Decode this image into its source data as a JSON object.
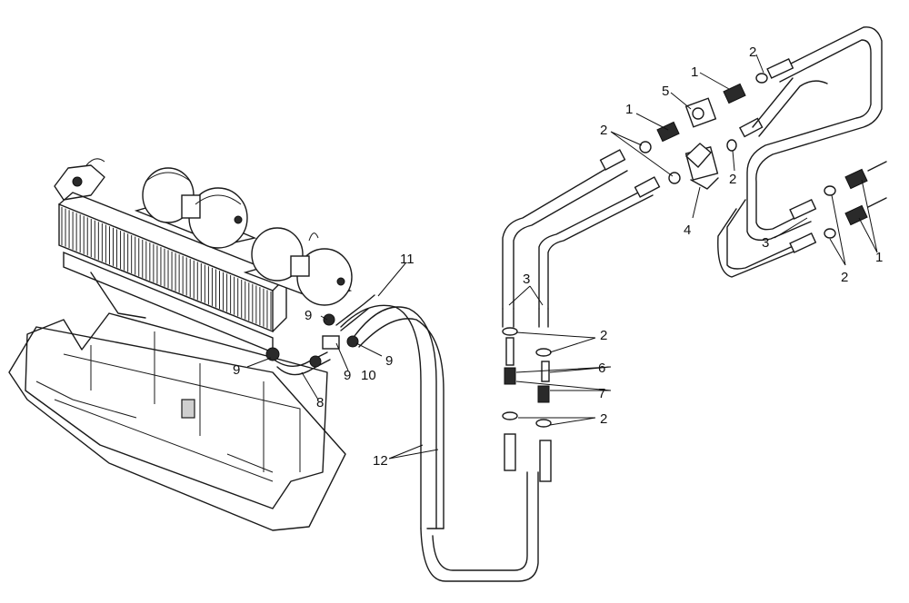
{
  "diagram": {
    "callouts": {
      "c1a": "1",
      "c1b": "1",
      "c1c": "1",
      "c2a": "2",
      "c2b": "2",
      "c2c": "2",
      "c2d": "2",
      "c2e": "2",
      "c2f": "2",
      "c3a": "3",
      "c3b": "3",
      "c4": "4",
      "c5": "5",
      "c6": "6",
      "c7": "7",
      "c8": "8",
      "c9a": "9",
      "c9b": "9",
      "c9c": "9",
      "c9d": "9",
      "c10": "10",
      "c11": "11",
      "c12": "12"
    }
  }
}
